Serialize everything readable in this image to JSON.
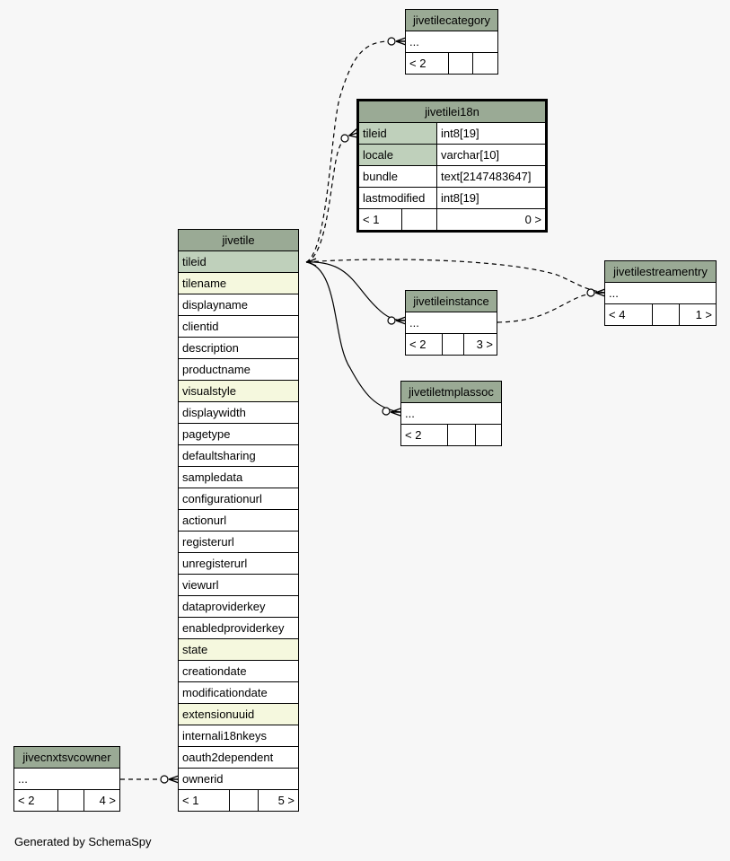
{
  "footer": "Generated by SchemaSpy",
  "tables": {
    "jivetilecategory": {
      "name": "jivetilecategory",
      "rows": [
        "..."
      ],
      "footer": [
        "< 2",
        "",
        ""
      ]
    },
    "jivetilei18n": {
      "name": "jivetilei18n",
      "columns": [
        {
          "name": "tileid",
          "type": "int8[19]",
          "kind": "pk"
        },
        {
          "name": "locale",
          "type": "varchar[10]",
          "kind": "pk"
        },
        {
          "name": "bundle",
          "type": "text[2147483647]",
          "kind": "plain"
        },
        {
          "name": "lastmodified",
          "type": "int8[19]",
          "kind": "plain"
        }
      ],
      "footer": [
        "< 1",
        "",
        "0 >"
      ]
    },
    "jivetile": {
      "name": "jivetile",
      "columns": [
        {
          "name": "tileid",
          "kind": "pk"
        },
        {
          "name": "tilename",
          "kind": "idx"
        },
        {
          "name": "displayname",
          "kind": "plain"
        },
        {
          "name": "clientid",
          "kind": "plain"
        },
        {
          "name": "description",
          "kind": "plain"
        },
        {
          "name": "productname",
          "kind": "plain"
        },
        {
          "name": "visualstyle",
          "kind": "idx"
        },
        {
          "name": "displaywidth",
          "kind": "plain"
        },
        {
          "name": "pagetype",
          "kind": "plain"
        },
        {
          "name": "defaultsharing",
          "kind": "plain"
        },
        {
          "name": "sampledata",
          "kind": "plain"
        },
        {
          "name": "configurationurl",
          "kind": "plain"
        },
        {
          "name": "actionurl",
          "kind": "plain"
        },
        {
          "name": "registerurl",
          "kind": "plain"
        },
        {
          "name": "unregisterurl",
          "kind": "plain"
        },
        {
          "name": "viewurl",
          "kind": "plain"
        },
        {
          "name": "dataproviderkey",
          "kind": "plain"
        },
        {
          "name": "enabledproviderkey",
          "kind": "plain"
        },
        {
          "name": "state",
          "kind": "idx"
        },
        {
          "name": "creationdate",
          "kind": "plain"
        },
        {
          "name": "modificationdate",
          "kind": "plain"
        },
        {
          "name": "extensionuuid",
          "kind": "idx"
        },
        {
          "name": "internali18nkeys",
          "kind": "plain"
        },
        {
          "name": "oauth2dependent",
          "kind": "plain"
        },
        {
          "name": "ownerid",
          "kind": "plain"
        }
      ],
      "footer": [
        "< 1",
        "",
        "5 >"
      ]
    },
    "jivetilestreamentry": {
      "name": "jivetilestreamentry",
      "rows": [
        "..."
      ],
      "footer": [
        "< 4",
        "",
        "1 >"
      ]
    },
    "jivetileinstance": {
      "name": "jivetileinstance",
      "rows": [
        "..."
      ],
      "footer": [
        "< 2",
        "",
        "3 >"
      ]
    },
    "jivetiletmplassoc": {
      "name": "jivetiletmplassoc",
      "rows": [
        "..."
      ],
      "footer": [
        "< 2",
        "",
        ""
      ]
    },
    "jivecnxtsvcowner": {
      "name": "jivecnxtsvcowner",
      "rows": [
        "..."
      ],
      "footer": [
        "< 2",
        "",
        "4 >"
      ]
    }
  },
  "relationships": [
    {
      "from": "jivetile.tileid",
      "to": "jivetilecategory",
      "style": "dashed"
    },
    {
      "from": "jivetile.tileid",
      "to": "jivetilei18n.tileid",
      "style": "dashed"
    },
    {
      "from": "jivetile.tileid",
      "to": "jivetilestreamentry",
      "style": "dashed"
    },
    {
      "from": "jivetile.tileid",
      "to": "jivetileinstance",
      "style": "solid"
    },
    {
      "from": "jivetile.tileid",
      "to": "jivetiletmplassoc",
      "style": "solid"
    },
    {
      "from": "jivetileinstance",
      "to": "jivetilestreamentry",
      "style": "dashed"
    },
    {
      "from": "jivecnxtsvcowner",
      "to": "jivetile.ownerid",
      "style": "dashed"
    }
  ]
}
